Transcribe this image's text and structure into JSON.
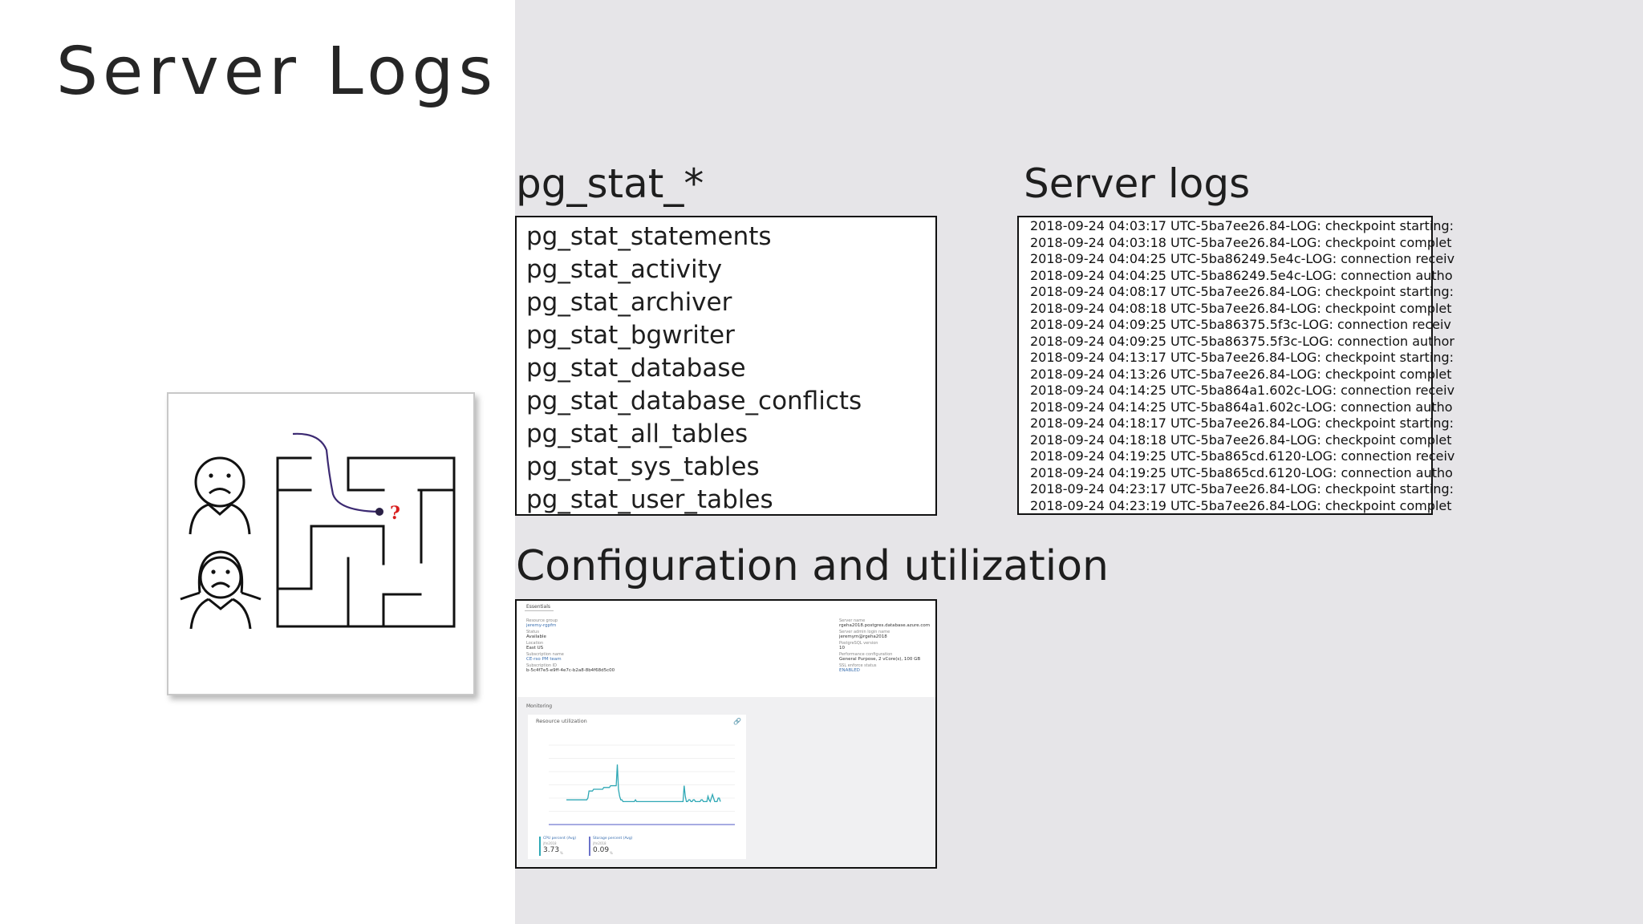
{
  "title": "Server Logs",
  "pg_stat": {
    "heading": "pg_stat_*",
    "items": [
      "pg_stat_statements",
      "pg_stat_activity",
      "pg_stat_archiver",
      "pg_stat_bgwriter",
      "pg_stat_database",
      "pg_stat_database_conflicts",
      "pg_stat_all_tables",
      "pg_stat_sys_tables",
      "pg_stat_user_tables"
    ]
  },
  "server_logs": {
    "heading": "Server logs",
    "lines": [
      "2018-09-24 04:03:17 UTC-5ba7ee26.84-LOG:  checkpoint starting:",
      "2018-09-24 04:03:18 UTC-5ba7ee26.84-LOG:  checkpoint complet",
      "2018-09-24 04:04:25 UTC-5ba86249.5e4c-LOG:  connection receiv",
      "2018-09-24 04:04:25 UTC-5ba86249.5e4c-LOG:  connection autho",
      "2018-09-24 04:08:17 UTC-5ba7ee26.84-LOG:  checkpoint starting:",
      "2018-09-24 04:08:18 UTC-5ba7ee26.84-LOG:  checkpoint complet",
      "2018-09-24 04:09:25 UTC-5ba86375.5f3c-LOG:  connection receiv",
      "2018-09-24 04:09:25 UTC-5ba86375.5f3c-LOG:  connection author",
      "2018-09-24 04:13:17 UTC-5ba7ee26.84-LOG:  checkpoint starting:",
      "2018-09-24 04:13:26 UTC-5ba7ee26.84-LOG:  checkpoint complet",
      "2018-09-24 04:14:25 UTC-5ba864a1.602c-LOG:  connection receiv",
      "2018-09-24 04:14:25 UTC-5ba864a1.602c-LOG:  connection autho",
      "2018-09-24 04:18:17 UTC-5ba7ee26.84-LOG:  checkpoint starting:",
      "2018-09-24 04:18:18 UTC-5ba7ee26.84-LOG:  checkpoint complet",
      "2018-09-24 04:19:25 UTC-5ba865cd.6120-LOG:  connection receiv",
      "2018-09-24 04:19:25 UTC-5ba865cd.6120-LOG:  connection autho",
      "2018-09-24 04:23:17 UTC-5ba7ee26.84-LOG:  checkpoint starting:",
      "2018-09-24 04:23:19 UTC-5ba7ee26.84-LOG:  checkpoint complet"
    ]
  },
  "config": {
    "heading": "Configuration and utilization",
    "essentials_tab": "Essentials",
    "left_fields": [
      {
        "label": "Resource group",
        "value": "jeremy-rgpfm",
        "link": true
      },
      {
        "label": "Status",
        "value": "Available",
        "link": false
      },
      {
        "label": "Location",
        "value": "East US",
        "link": false
      },
      {
        "label": "Subscription name",
        "value": "CE-rso PM team",
        "link": true
      },
      {
        "label": "Subscription ID",
        "value": "b-5c4f7e5-e9ff-4e7c-b2a8-8b4f68d5c00",
        "link": false
      }
    ],
    "right_fields": [
      {
        "label": "Server name",
        "value": "rgeha2018.postgres.database.azure.com",
        "link": false
      },
      {
        "label": "Server admin login name",
        "value": "jeremym@rgeha2018",
        "link": false
      },
      {
        "label": "PostgreSQL version",
        "value": "10",
        "link": false
      },
      {
        "label": "Performance configuration",
        "value": "General Purpose, 2 vCore(s), 100 GB",
        "link": false
      },
      {
        "label": "SSL enforce status",
        "value": "ENABLED",
        "link": true
      }
    ],
    "monitoring_label": "Monitoring",
    "util_title": "Resource utilization",
    "metrics": [
      {
        "label": "CPU percent (Avg)",
        "sub": "jfm2018",
        "value": "3.73",
        "unit": "%"
      },
      {
        "label": "Storage percent (Avg)",
        "sub": "jfm2018",
        "value": "0.09",
        "unit": "%"
      }
    ],
    "line_color": "#2fa8b5",
    "series": [
      14,
      14,
      14,
      14,
      14,
      14,
      14,
      14,
      14,
      14,
      14,
      14,
      14,
      14,
      14,
      14,
      14,
      14,
      14,
      15,
      19,
      19,
      19,
      19,
      20,
      20,
      20,
      20,
      20,
      20,
      20,
      20,
      20,
      21,
      21,
      21,
      21,
      21,
      21,
      22,
      22,
      22,
      22,
      22,
      22,
      34,
      20,
      16,
      14,
      14,
      13,
      13,
      13,
      13,
      13,
      13,
      13,
      13,
      13,
      13,
      13,
      14,
      13,
      13,
      13,
      13,
      13,
      13,
      13,
      13,
      13,
      13,
      13,
      13,
      13,
      13,
      13,
      13,
      13,
      13,
      13,
      13,
      13,
      13,
      13,
      13,
      13,
      13,
      13,
      13,
      13,
      13,
      13,
      13,
      13,
      13,
      13,
      13,
      13,
      13,
      13,
      13,
      13,
      13,
      22,
      16,
      13,
      13,
      14,
      14,
      13,
      13,
      14,
      14,
      13,
      13,
      13,
      13,
      13,
      14,
      14,
      13,
      13,
      13,
      13,
      16,
      14,
      13,
      15,
      17,
      15,
      13,
      13,
      13,
      15,
      15,
      13
    ]
  }
}
